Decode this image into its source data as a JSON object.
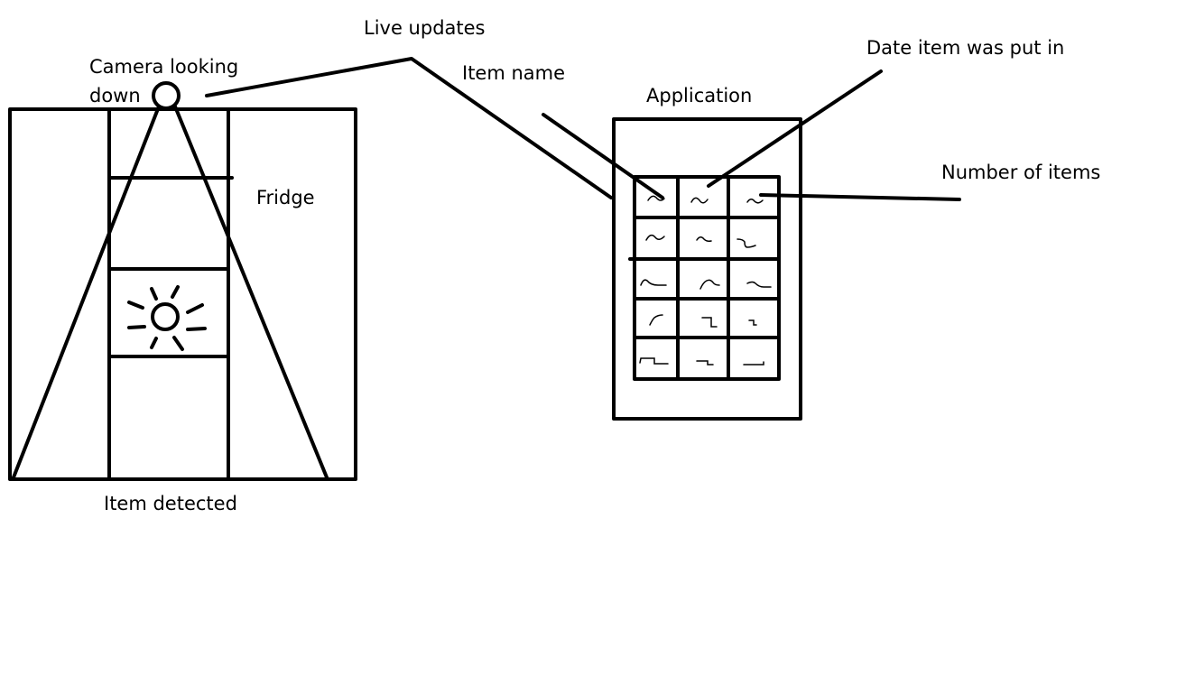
{
  "labels": {
    "camera_line1": "Camera looking",
    "camera_line2": "down",
    "fridge": "Fridge",
    "item_detected": "Item detected",
    "live_updates": "Live updates",
    "item_name": "Item name",
    "application": "Application",
    "date_item_put_in": "Date item was put in",
    "number_of_items": "Number of items"
  },
  "colors": {
    "ink": "#000000",
    "background": "#ffffff"
  },
  "application_grid": {
    "rows": 5,
    "columns": 3,
    "cell_content": "handwritten squiggle"
  },
  "icons": {
    "camera": "camera-circle-icon",
    "light": "sun-light-icon"
  }
}
